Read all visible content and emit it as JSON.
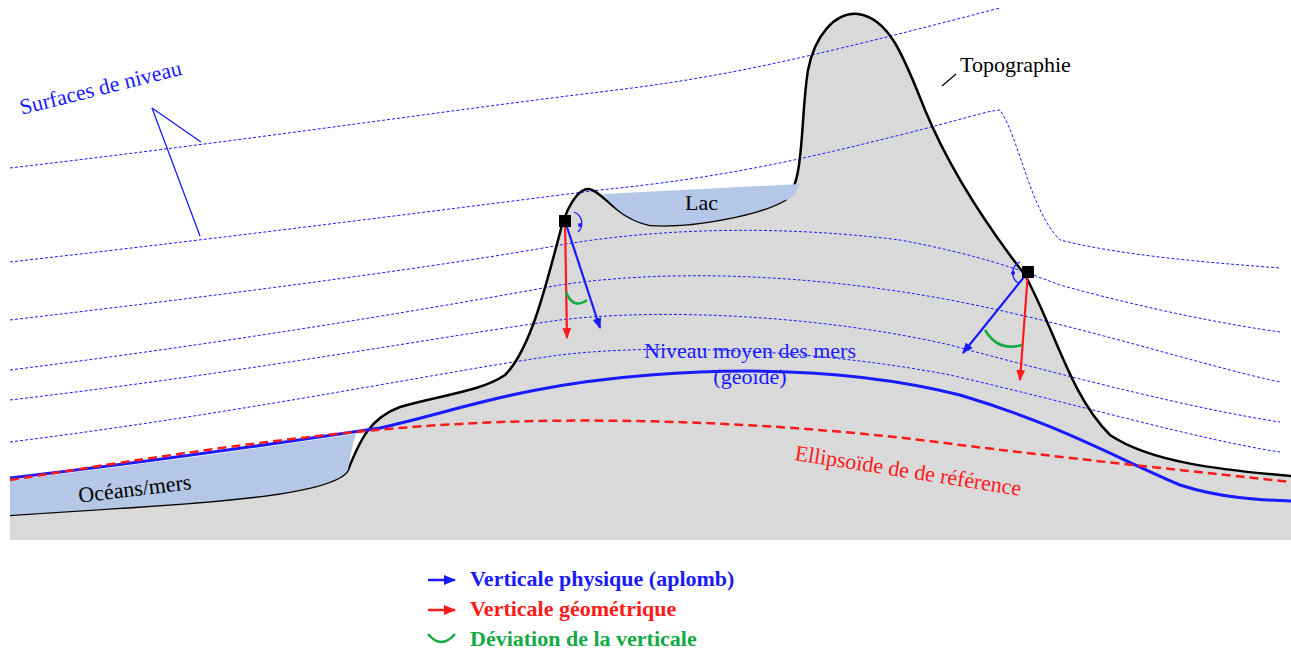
{
  "diagram": {
    "nodes": [
      {
        "text": [
          "Lac"
        ]
      },
      {
        "text": [
          "Océans/mers"
        ]
      }
    ],
    "edges": [],
    "labels": [
      "Surfaces de niveau",
      "Topographie",
      "Niveau moyen des mers (géoïde)",
      "Ellipsoïde de de référence"
    ],
    "legend": [
      {
        "text": "Verticale physique (aplomb)"
      },
      {
        "text": "Verticale géométrique"
      },
      {
        "text": "Déviation de la verticale"
      }
    ]
  }
}
